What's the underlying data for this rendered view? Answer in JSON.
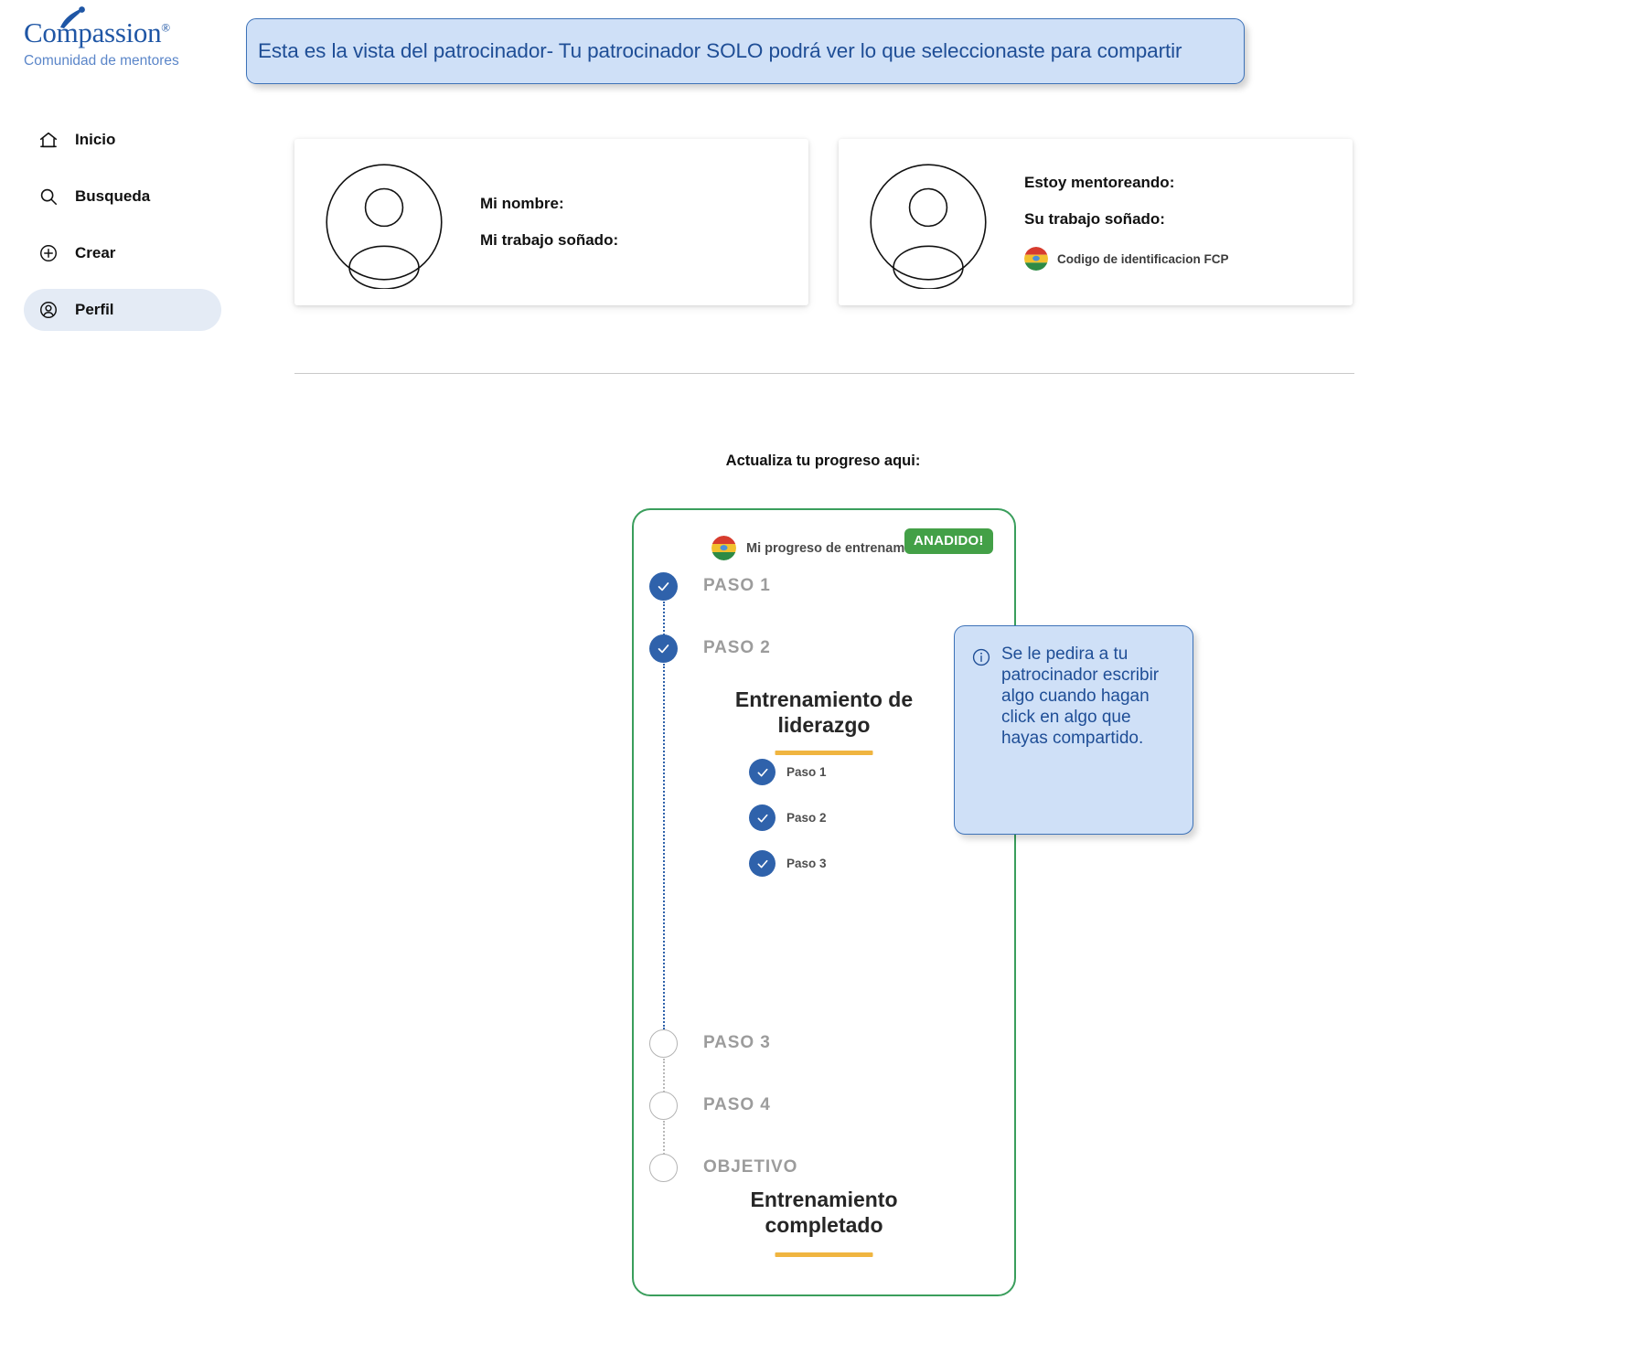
{
  "sidebar": {
    "brand": {
      "name": "Compassion",
      "registered": "®",
      "subtitle": "Comunidad de mentores"
    },
    "items": [
      {
        "label": "Inicio",
        "icon": "home-icon",
        "active": false
      },
      {
        "label": "Busqueda",
        "icon": "search-icon",
        "active": false
      },
      {
        "label": "Crear",
        "icon": "plus-circle-icon",
        "active": false
      },
      {
        "label": "Perfil",
        "icon": "user-circle-icon",
        "active": true
      }
    ]
  },
  "banner": {
    "text": "Esta es la vista del patrocinador- Tu patrocinador SOLO podrá ver lo que seleccionaste para compartir",
    "bg": "#cfe0f7",
    "border": "#3d72b8",
    "text_color": "#1f4e96"
  },
  "cards": {
    "me": {
      "avatar_icon": "user-avatar-icon",
      "line1": "Mi nombre:",
      "line2": "Mi trabajo soñado:"
    },
    "mentee": {
      "avatar_icon": "user-avatar-icon",
      "line1": "Estoy mentoreando:",
      "line2": "Su trabajo soñado:",
      "fcp_label": "Codigo de identificacion FCP",
      "fcp_icon": "bolivia-flag-icon"
    }
  },
  "progress": {
    "heading": "Actualiza tu progreso aqui:",
    "card_border_color": "#3a9e5c",
    "header_title": "Mi progreso de entrenam",
    "header_icon": "bolivia-flag-icon",
    "added_badge": "ANADIDO!",
    "added_badge_color": "#43a047",
    "steps": [
      {
        "label": "PASO 1",
        "state": "done"
      },
      {
        "label": "PASO 2",
        "state": "done"
      },
      {
        "label": "PASO 3",
        "state": "todo"
      },
      {
        "label": "PASO 4",
        "state": "todo"
      },
      {
        "label": "OBJETIVO",
        "state": "todo"
      }
    ],
    "training_block": {
      "title_line1": "Entrenamiento de",
      "title_line2": "liderazgo",
      "rule_color": "#f0b540",
      "sub_steps": [
        {
          "label": "Paso 1",
          "state": "done"
        },
        {
          "label": "Paso 2",
          "state": "done"
        },
        {
          "label": "Paso 3",
          "state": "done"
        }
      ]
    },
    "completed_block": {
      "title_line1": "Entrenamiento",
      "title_line2": "completado",
      "rule_color": "#f0b540"
    }
  },
  "tooltip": {
    "icon": "info-icon",
    "text": "Se le pedira a tu patrocinador escribir algo cuando hagan click en algo que hayas compartido.",
    "bg": "#cfe0f7",
    "border": "#3d72b8"
  }
}
